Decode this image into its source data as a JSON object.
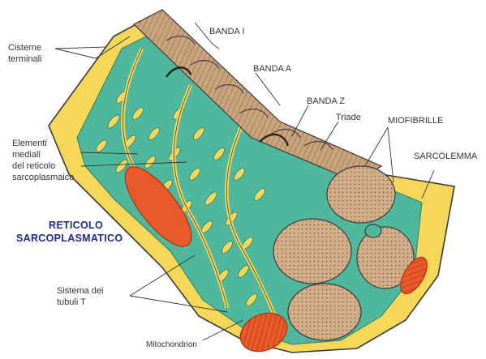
{
  "labels": {
    "banda_i": "BANDA I",
    "banda_a": "BANDA A",
    "banda_z": "BANDA Z",
    "triade": "Triade",
    "miofibrille": "MIOFIBRILLE",
    "sarcolemma": "SARCOLEMMA",
    "cisterne_1": "Cisterne",
    "cisterne_2": "terminali",
    "elementi_1": "Elementi",
    "elementi_2": "mediali",
    "elementi_3": "del reticolo",
    "elementi_4": "sarcoplasmaico",
    "reticolo_1": "RETICOLO",
    "reticolo_2": "SARCOPLASMATICO",
    "sistema_1": "Sistema dei",
    "sistema_2": "tubuli T",
    "mitochondrion": "Mitochondrion"
  },
  "colors": {
    "sarcoplasm": "#f5d75a",
    "reticulum": "#4fb89c",
    "myofibril": "#c9a37c",
    "myofibril_dark": "#8a6a4a",
    "mitochondrion": "#e85a2a",
    "outline": "#3a3a3a"
  }
}
